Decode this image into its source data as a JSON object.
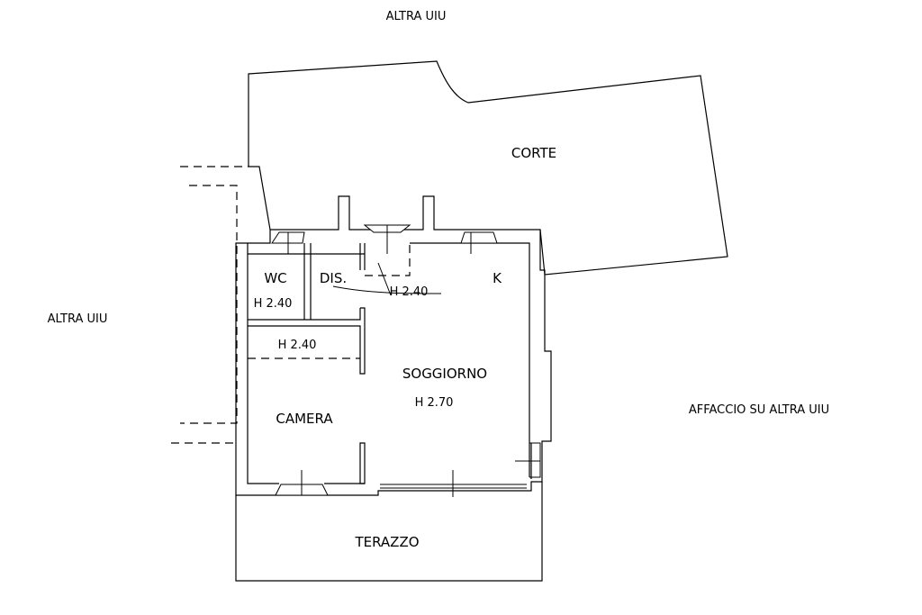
{
  "labels": {
    "top_neighbor": "ALTRA UIU",
    "left_neighbor": "ALTRA UIU",
    "right_neighbor": "AFFACCIO SU ALTRA UIU",
    "courtyard": "CORTE",
    "terrace": "TERAZZO",
    "wc": "WC",
    "wc_height": "H 2.40",
    "dis": "DIS.",
    "dis_height": "H 2.40",
    "kitchen": "K",
    "living": "SOGGIORNO",
    "living_height": "H 2.70",
    "bedroom": "CAMERA",
    "bedroom_height": "H 2.40"
  }
}
